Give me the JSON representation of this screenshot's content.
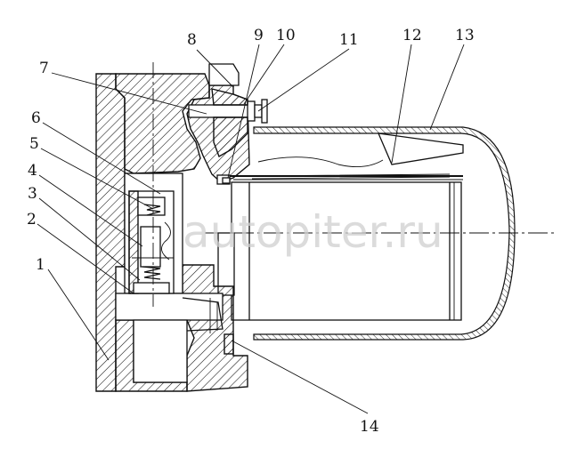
{
  "diagram": {
    "watermark": "autopiter.ru",
    "callouts": [
      {
        "id": "1",
        "label": "1"
      },
      {
        "id": "2",
        "label": "2"
      },
      {
        "id": "3",
        "label": "3"
      },
      {
        "id": "4",
        "label": "4"
      },
      {
        "id": "5",
        "label": "5"
      },
      {
        "id": "6",
        "label": "6"
      },
      {
        "id": "7",
        "label": "7"
      },
      {
        "id": "8",
        "label": "8"
      },
      {
        "id": "9",
        "label": "9"
      },
      {
        "id": "10",
        "label": "10"
      },
      {
        "id": "11",
        "label": "11"
      },
      {
        "id": "12",
        "label": "12"
      },
      {
        "id": "13",
        "label": "13"
      },
      {
        "id": "14",
        "label": "14"
      }
    ]
  }
}
